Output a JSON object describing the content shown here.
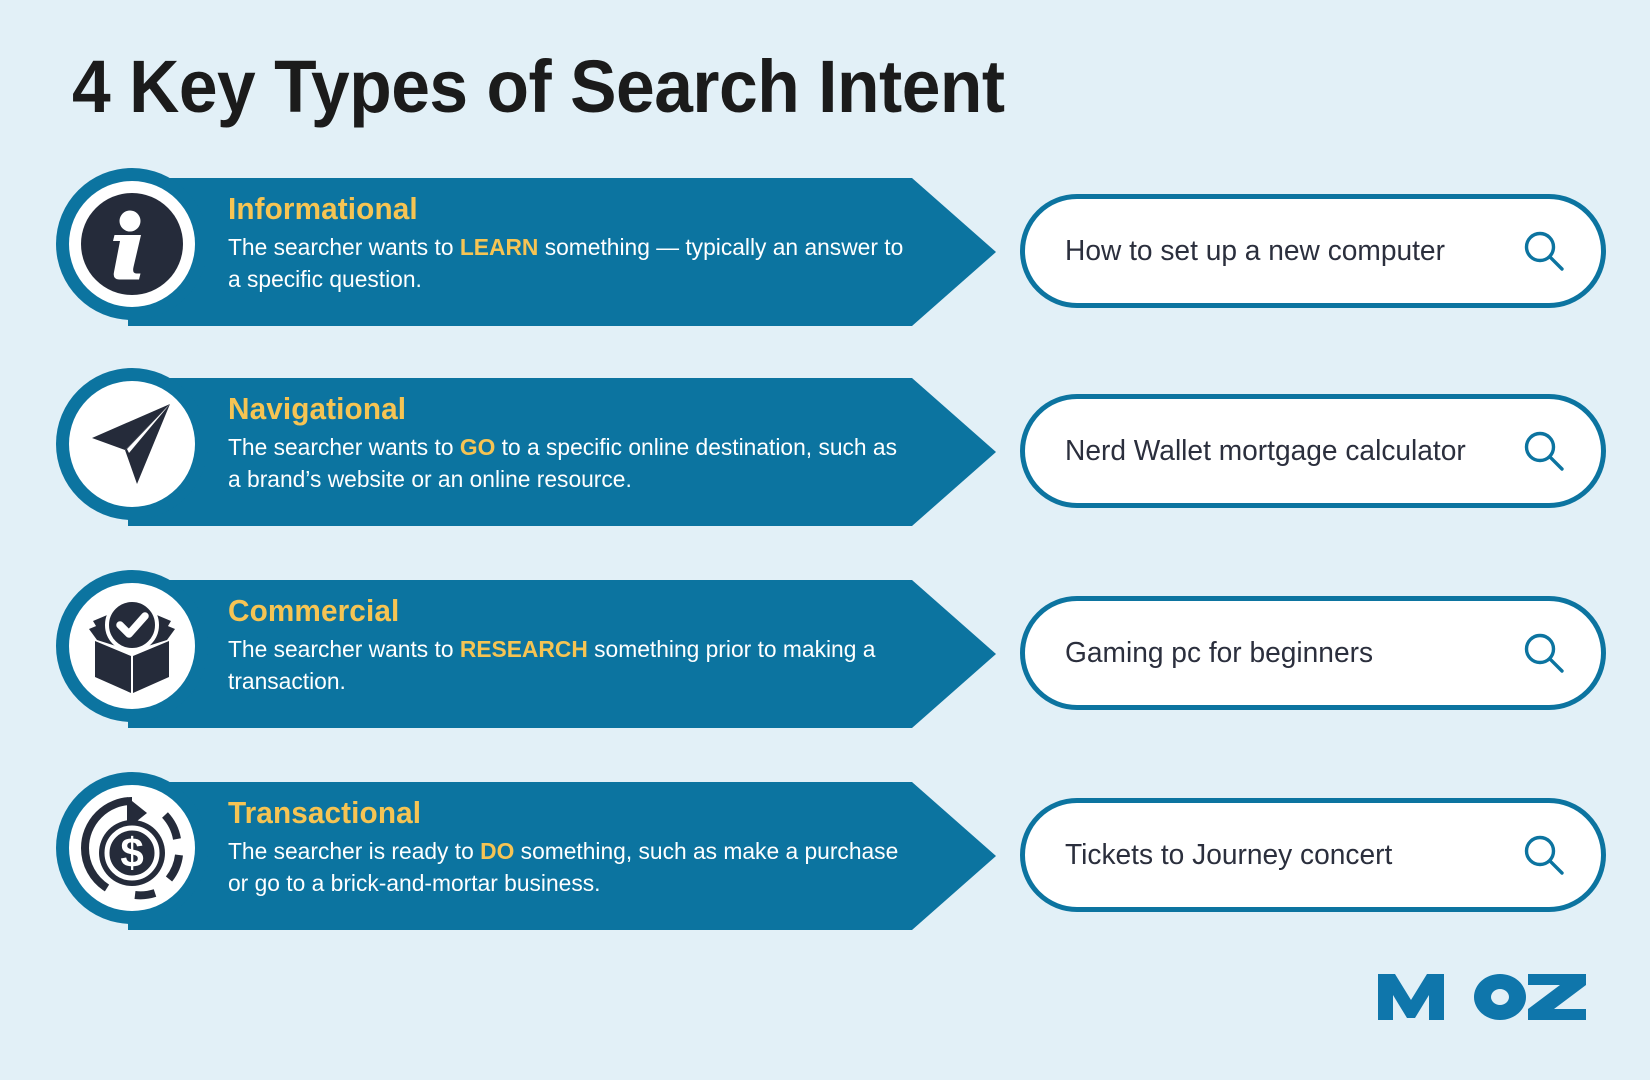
{
  "meta": {
    "title": "4 Key Types of Search Intent",
    "brand": "MOZ",
    "colors": {
      "background": "#e2f0f7",
      "banner_blue": "#0c74a0",
      "accent_gold": "#f6c453",
      "icon_dark": "#252b3a",
      "text_white": "#ffffff",
      "search_text": "#2b2f3d"
    }
  },
  "rows": [
    {
      "icon": "info-icon",
      "heading": "Informational",
      "body_before": "The searcher wants to ",
      "body_emphasis": "LEARN",
      "body_after": " something — typically an answer to a specific question.",
      "search_query": "How to set up a new computer",
      "search_icon": "magnifier-icon"
    },
    {
      "icon": "navigation-arrow-icon",
      "heading": "Navigational",
      "body_before": "The searcher wants to ",
      "body_emphasis": "GO",
      "body_after": " to a specific online destination, such as a brand’s website or an online resource.",
      "search_query": "Nerd Wallet mortgage calculator",
      "search_icon": "magnifier-icon"
    },
    {
      "icon": "box-check-icon",
      "heading": "Commercial",
      "body_before": "The searcher wants to ",
      "body_emphasis": "RESEARCH",
      "body_after": " something prior to making a transaction.",
      "search_query": "Gaming pc for beginners",
      "search_icon": "magnifier-icon"
    },
    {
      "icon": "dollar-refresh-icon",
      "heading": "Transactional",
      "body_before": "The searcher is ready to ",
      "body_emphasis": "DO",
      "body_after": " something, such as make a purchase or go to a brick-and-mortar business.",
      "search_query": "Tickets to Journey concert",
      "search_icon": "magnifier-icon"
    }
  ]
}
